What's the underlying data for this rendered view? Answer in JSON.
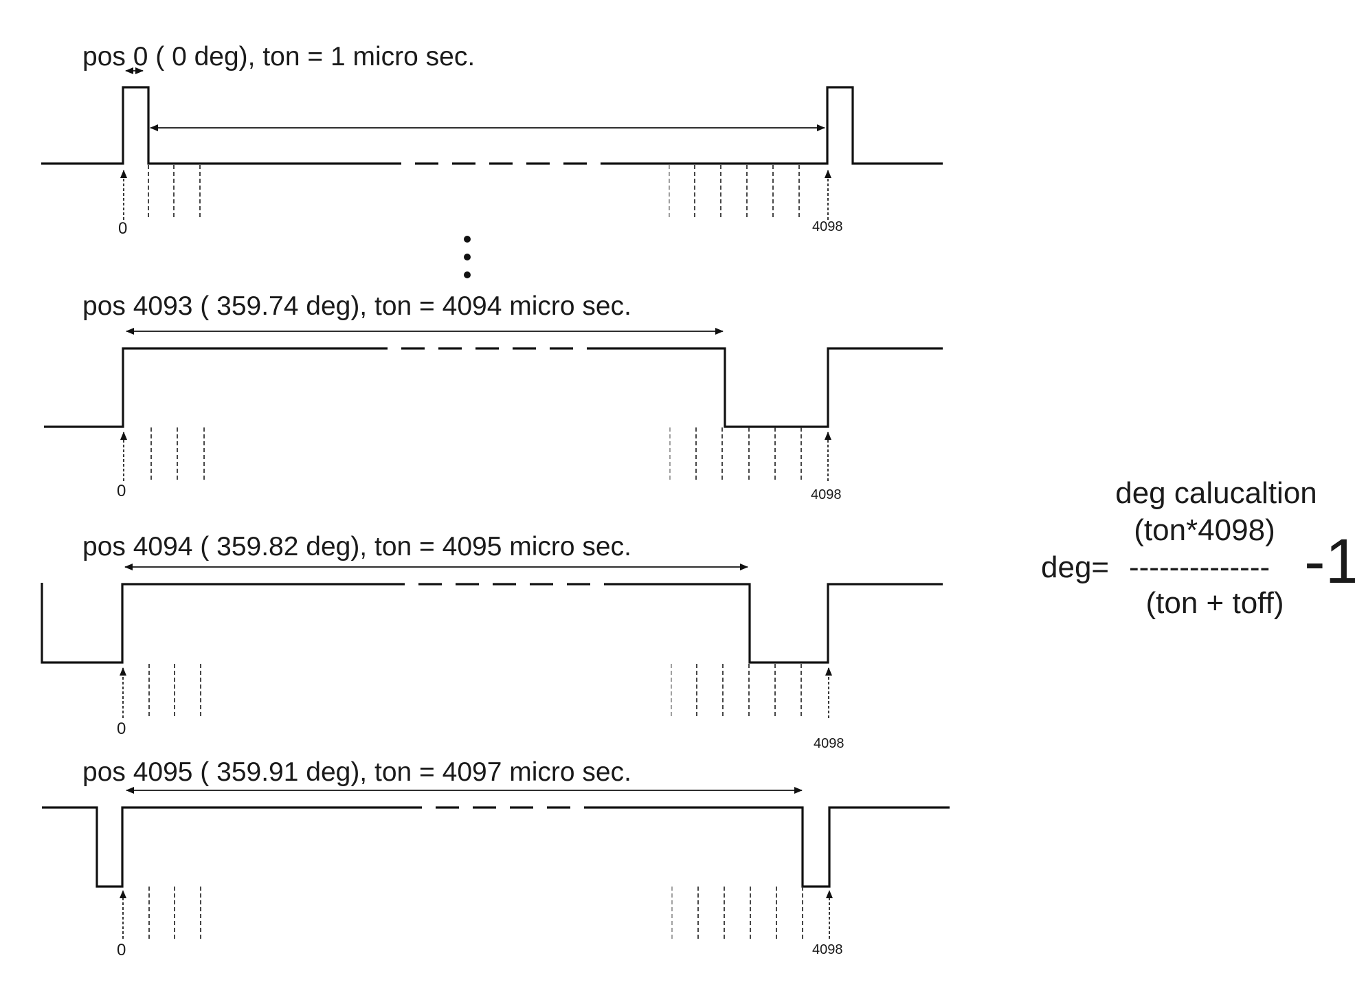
{
  "panels": [
    {
      "caption": "pos 0 ( 0 deg), ton = 1 micro sec.",
      "start_label": "0",
      "end_label": "4098"
    },
    {
      "caption": "pos 4093 ( 359.74 deg), ton = 4094 micro sec.",
      "start_label": "0",
      "end_label": "4098"
    },
    {
      "caption": "pos 4094 ( 359.82 deg), ton = 4095 micro sec.",
      "start_label": "0",
      "end_label": "4098"
    },
    {
      "caption": "pos 4095 ( 359.91 deg), ton = 4097 micro sec.",
      "start_label": "0",
      "end_label": "4098"
    }
  ],
  "formula": {
    "title": "deg calucaltion",
    "numerator": "(ton*4098)",
    "lhs": "deg=",
    "fraction_bar": "--------------",
    "offset": "-1",
    "denominator": "(ton + toff)"
  }
}
